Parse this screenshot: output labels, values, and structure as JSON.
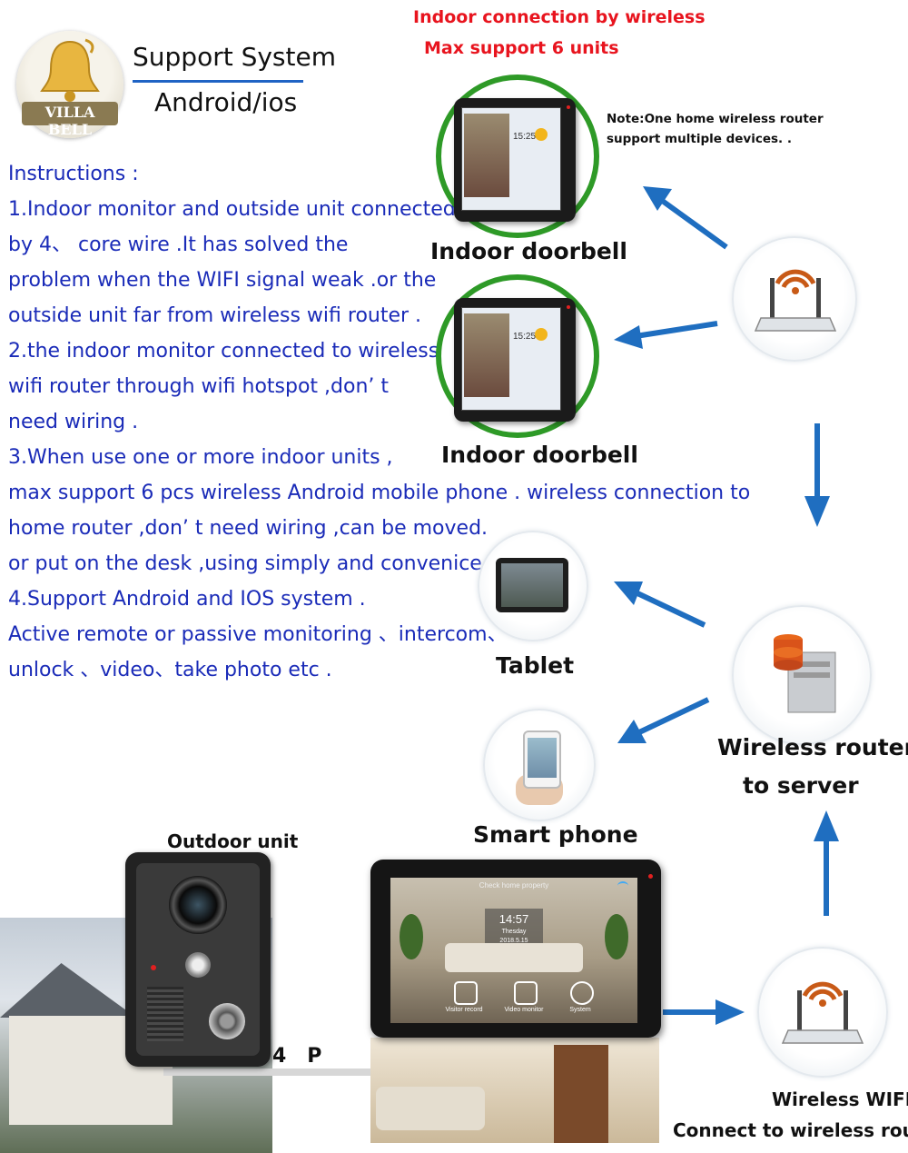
{
  "header": {
    "wireless_line1": "Indoor connection by wireless",
    "wireless_line2": "Max support 6 units",
    "support_title": "Support System",
    "support_os": "Android/ios",
    "logo_text": "VILLA BELL"
  },
  "note": {
    "line1": "Note:One home wireless router",
    "line2": "support multiple  devices. ."
  },
  "instructions": [
    "Instructions :",
    "1.Indoor monitor and outside unit connected",
    "by 4、 core wire .It has solved the",
    "problem when the WIFI signal weak .or the",
    "outside unit far from wireless wifi router .",
    "2.the indoor monitor connected to wireless",
    "wifi router through wifi hotspot ,don’ t",
    "need  wiring .",
    "3.When use one or more indoor units ,",
    "max support 6 pcs   wireless Android mobile phone . wireless connection to",
    "home router ,don’ t need wiring ,can be moved.",
    "or put on the desk  ,using simply and convenice .",
    "4.Support Android and IOS system  .",
    "Active remote or passive monitoring 、intercom、",
    "unlock 、video、take photo etc ."
  ],
  "labels": {
    "indoor1": "Indoor doorbell",
    "indoor2": "Indoor doorbell",
    "tablet": "Tablet",
    "smartphone": "Smart phone",
    "router_server_1": "Wireless router",
    "router_server_2": "to server",
    "outdoor_unit": "Outdoor unit",
    "four_p": "4   P",
    "wifi_1": "Wireless WIFI",
    "wifi_2": "Connect to wireless router"
  },
  "monitor_small": {
    "time": "15:25"
  },
  "monitor_big": {
    "top_text": "Check home property",
    "time": "14:57",
    "day": "Thesday",
    "date": "2018.5.15",
    "menu": [
      "Visitor record",
      "Video monitor",
      "System"
    ]
  },
  "colors": {
    "instruction_text": "#1a2bb8",
    "header_red": "#e8141e",
    "ring_green": "#2e9a27",
    "arrow_blue": "#1f6ec0"
  }
}
